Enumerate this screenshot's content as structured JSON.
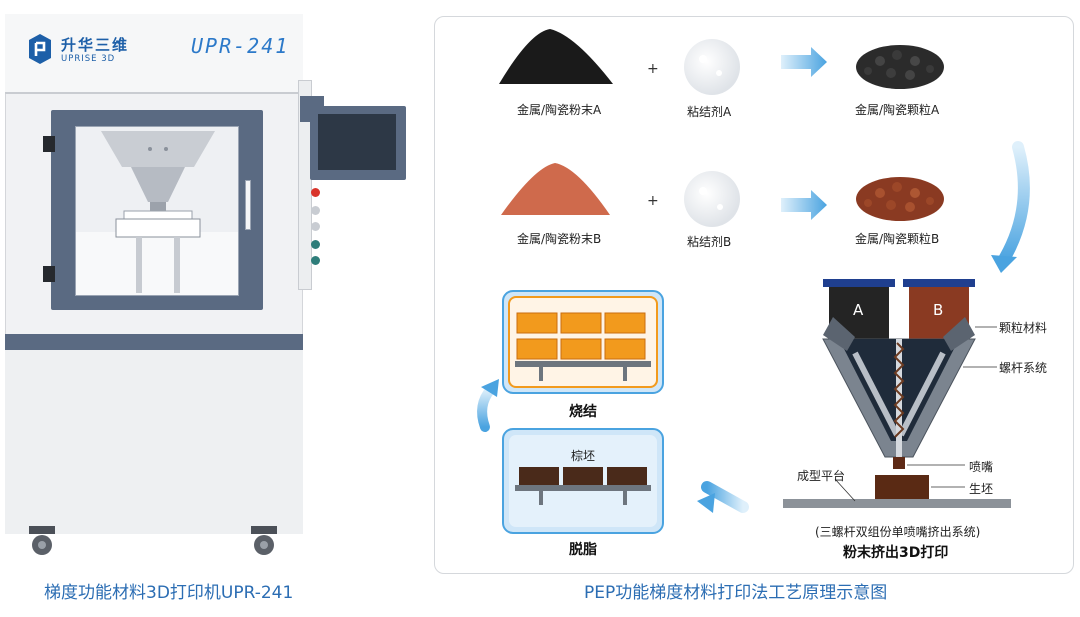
{
  "machine": {
    "brand_cn": "升华三维",
    "brand_en": "UPRISE 3D",
    "model": "UPR-241",
    "caption": "梯度功能材料3D打印机UPR-241"
  },
  "diagram": {
    "caption": "PEP功能梯度材料打印法工艺原理示意图",
    "row_a": {
      "powder": "金属/陶瓷粉末A",
      "plus": "+",
      "binder": "粘结剂A",
      "granule": "金属/陶瓷颗粒A"
    },
    "row_b": {
      "powder": "金属/陶瓷粉末B",
      "plus": "+",
      "binder": "粘结剂B",
      "granule": "金属/陶瓷颗粒B"
    },
    "printer": {
      "hopper_a": "A",
      "hopper_b": "B",
      "granule_material": "颗粒材料",
      "screw_system": "螺杆系统",
      "nozzle": "喷嘴",
      "platform": "成型平台",
      "green_part": "生坯",
      "subtitle": "(三螺杆双组份单喷嘴挤出系统)",
      "title": "粉末挤出3D打印"
    },
    "debind": {
      "inner_label": "棕坯",
      "title": "脱脂"
    },
    "sinter": {
      "title": "烧结"
    },
    "colors": {
      "arrow": "#4aa3e0",
      "powder_a": "#1a1a1a",
      "powder_b": "#cf6a4c",
      "granule_b": "#8a3a22",
      "sinter_glow": "#f29a1d"
    }
  }
}
